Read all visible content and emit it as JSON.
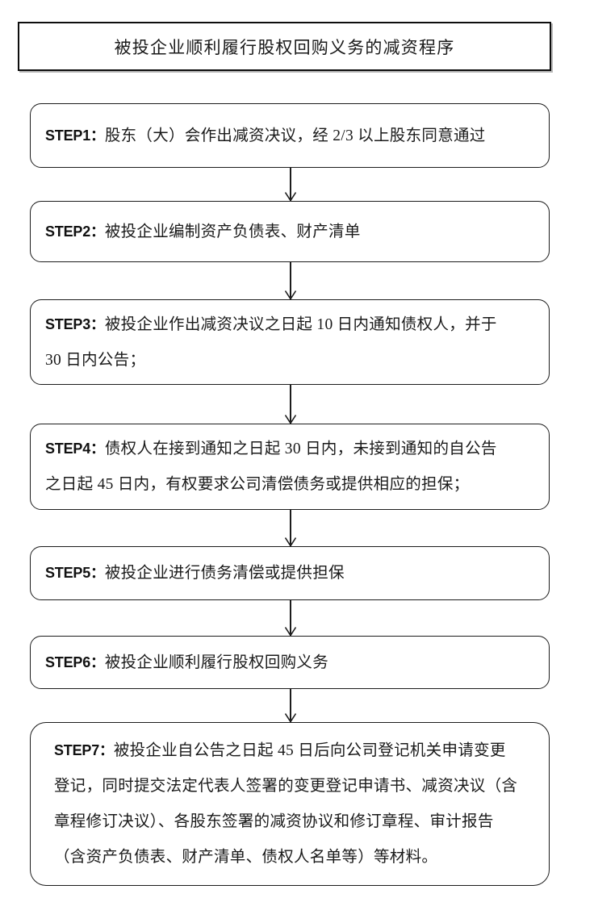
{
  "document": {
    "type": "flowchart",
    "orientation": "vertical-top-to-bottom",
    "title": "被投企业顺利履行股权回购义务的减资程序",
    "background_color": "#ffffff",
    "line_color": "#1c1c1c",
    "text_color": "#1a1a1a"
  },
  "title_box": {
    "label": "被投企业顺利履行股权回购义务的减资程序",
    "shape": "rectangle"
  },
  "steps": [
    {
      "tag": "STEP1：",
      "shape": "rounded-rectangle",
      "lines": [
        "股东（大）会作出减资决议，经 2/3 以上股东同意通过"
      ]
    },
    {
      "tag": "STEP2：",
      "shape": "rounded-rectangle",
      "lines": [
        "被投企业编制资产负债表、财产清单"
      ]
    },
    {
      "tag": "STEP3：",
      "shape": "rounded-rectangle",
      "lines": [
        "被投企业作出减资决议之日起 10 日内通知债权人，并于",
        "30 日内公告；"
      ]
    },
    {
      "tag": "STEP4：",
      "shape": "rounded-rectangle",
      "lines": [
        "债权人在接到通知之日起 30 日内，未接到通知的自公告",
        "之日起 45 日内，有权要求公司清偿债务或提供相应的担保；"
      ]
    },
    {
      "tag": "STEP5：",
      "shape": "rounded-rectangle",
      "lines": [
        "被投企业进行债务清偿或提供担保"
      ]
    },
    {
      "tag": "STEP6：",
      "shape": "rounded-rectangle",
      "lines": [
        "被投企业顺利履行股权回购义务"
      ]
    },
    {
      "tag": "STEP7：",
      "shape": "rounded-rectangle",
      "lines": [
        "被投企业自公告之日起 45 日后向公司登记机关申请变更",
        "登记，同时提交法定代表人签署的变更登记申请书、减资决议（含",
        "章程修订决议）、各股东签署的减资协议和修订章程、审计报告",
        "（含资产负债表、财产清单、债权人名单等）等材料。"
      ]
    }
  ],
  "connectors": [
    {
      "from": "STEP1",
      "to": "STEP2",
      "arrow": "down-arrow"
    },
    {
      "from": "STEP2",
      "to": "STEP3",
      "arrow": "down-arrow"
    },
    {
      "from": "STEP3",
      "to": "STEP4",
      "arrow": "down-arrow"
    },
    {
      "from": "STEP4",
      "to": "STEP5",
      "arrow": "down-arrow"
    },
    {
      "from": "STEP5",
      "to": "STEP6",
      "arrow": "down-arrow"
    },
    {
      "from": "STEP6",
      "to": "STEP7",
      "arrow": "down-arrow"
    }
  ]
}
